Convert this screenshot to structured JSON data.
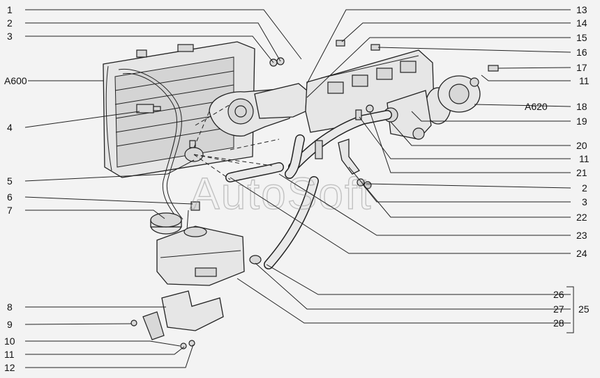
{
  "watermark": "AutoSoft",
  "callouts_left": [
    {
      "id": "c1",
      "text": "1"
    },
    {
      "id": "c2",
      "text": "2"
    },
    {
      "id": "c3",
      "text": "3"
    },
    {
      "id": "cA600",
      "text": "A600"
    },
    {
      "id": "c4",
      "text": "4"
    },
    {
      "id": "c5",
      "text": "5"
    },
    {
      "id": "c6",
      "text": "6"
    },
    {
      "id": "c7",
      "text": "7"
    },
    {
      "id": "c8",
      "text": "8"
    },
    {
      "id": "c9",
      "text": "9"
    },
    {
      "id": "c10",
      "text": "10"
    },
    {
      "id": "c11L",
      "text": "11"
    },
    {
      "id": "c12",
      "text": "12"
    }
  ],
  "callouts_right": [
    {
      "id": "c13",
      "text": "13"
    },
    {
      "id": "c14",
      "text": "14"
    },
    {
      "id": "c15",
      "text": "15"
    },
    {
      "id": "c16",
      "text": "16"
    },
    {
      "id": "c17",
      "text": "17"
    },
    {
      "id": "c11a",
      "text": "11"
    },
    {
      "id": "cA620",
      "text": "A620"
    },
    {
      "id": "c18",
      "text": "18"
    },
    {
      "id": "c19",
      "text": "19"
    },
    {
      "id": "c20",
      "text": "20"
    },
    {
      "id": "c11b",
      "text": "11"
    },
    {
      "id": "c21",
      "text": "21"
    },
    {
      "id": "c2R",
      "text": "2"
    },
    {
      "id": "c3R",
      "text": "3"
    },
    {
      "id": "c22",
      "text": "22"
    },
    {
      "id": "c23",
      "text": "23"
    },
    {
      "id": "c24",
      "text": "24"
    },
    {
      "id": "c26",
      "text": "26"
    },
    {
      "id": "c27",
      "text": "27"
    },
    {
      "id": "c28",
      "text": "28"
    },
    {
      "id": "c25",
      "text": "25"
    }
  ]
}
